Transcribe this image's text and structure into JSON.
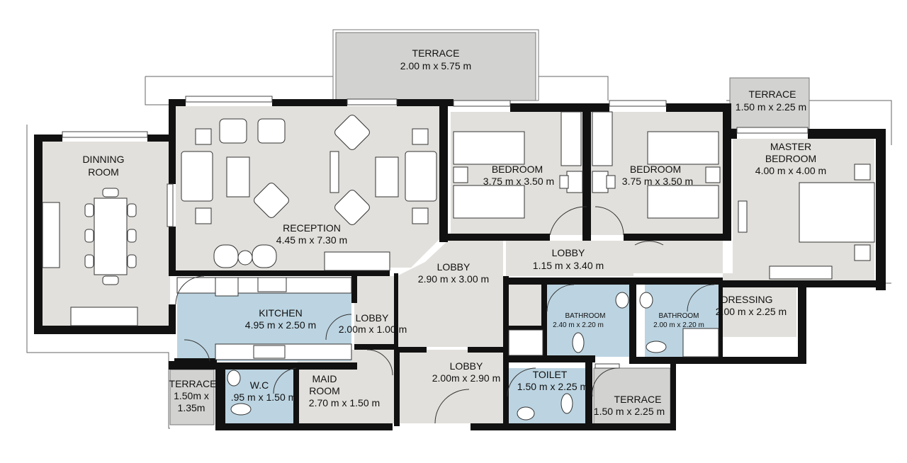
{
  "colors": {
    "floor": "#e2e0dc",
    "wet": "#bcd4e1",
    "wall": "#111111",
    "terrace": "#d2d2d0",
    "furniture": "#ffffff"
  },
  "rooms": {
    "terrace_top": {
      "name": "TERRACE",
      "size": "2.00 m x 5.75 m"
    },
    "terrace_top_right": {
      "name": "TERRACE",
      "size": "1.50 m x 2.25 m"
    },
    "dinning": {
      "name_line1": "DINNING",
      "name_line2": "ROOM"
    },
    "reception": {
      "name": "RECEPTION",
      "size": "4.45 m x 7.30 m"
    },
    "bedroom1": {
      "name": "BEDROOM",
      "size": "3.75 m x 3.50 m"
    },
    "bedroom2": {
      "name": "BEDROOM",
      "size": "3.75 m x 3.50 m"
    },
    "master": {
      "name_line1": "MASTER",
      "name_line2": "BEDROOM",
      "size": "4.00 m x 4.00 m"
    },
    "lobby_center": {
      "name": "LOBBY",
      "size": "2.90 m x 3.00 m"
    },
    "lobby_hall": {
      "name": "LOBBY",
      "size": "1.15 m x 3.40 m"
    },
    "kitchen": {
      "name": "KITCHEN",
      "size": "4.95 m x 2.50 m"
    },
    "lobby_small": {
      "name": "LOBBY",
      "size": "2.00m x 1.00 m"
    },
    "bathroom1": {
      "name": "BATHROOM",
      "size": "2.40 m x 2.20 m"
    },
    "bathroom2": {
      "name": "BATHROOM",
      "size": "2.00 m x 2.20 m"
    },
    "dressing": {
      "name": "DRESSING",
      "size": "2.00 m x 2.25 m"
    },
    "lobby_lower": {
      "name": "LOBBY",
      "size": "2.00m x 2.90 m"
    },
    "toilet": {
      "name": "TOILET",
      "size": "1.50 m x 2.25 m"
    },
    "terrace_bottom_right": {
      "name": "TERRACE",
      "size": "1.50 m x 2.25 m"
    },
    "maid": {
      "name_line1": "MAID",
      "name_line2": "ROOM",
      "size": "2.70 m x 1.50 m"
    },
    "wc": {
      "name": "W.C",
      "size": ".95 m x 1.50 m"
    },
    "terrace_bottom_left": {
      "name": "TERRACE",
      "size_line1": "1.50m x",
      "size_line2": "1.35m"
    }
  }
}
